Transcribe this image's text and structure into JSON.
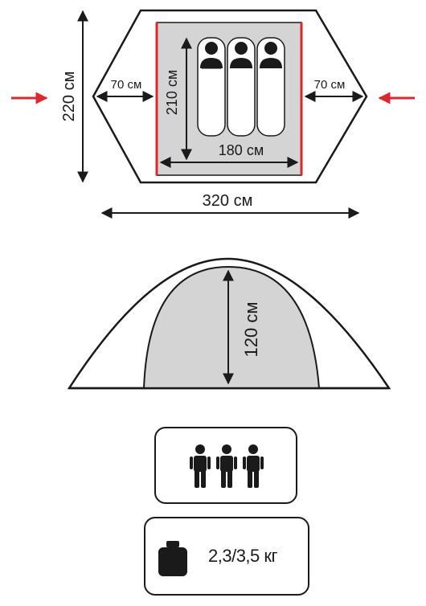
{
  "plan_view": {
    "total_width": "320 см",
    "total_depth": "220 см",
    "inner_width": "180 см",
    "inner_length": "210 см",
    "vestibule_left": "70 см",
    "vestibule_right": "70 см",
    "sleeping_places": 3,
    "accent_color": "#e0262d",
    "floor_color": "#d4d4d4"
  },
  "side_view": {
    "height": "120 см"
  },
  "capacity": {
    "persons": 3,
    "icon": "three-persons-icon"
  },
  "weight": {
    "value": "2,3/3,5 кг",
    "icon": "weight-icon"
  }
}
